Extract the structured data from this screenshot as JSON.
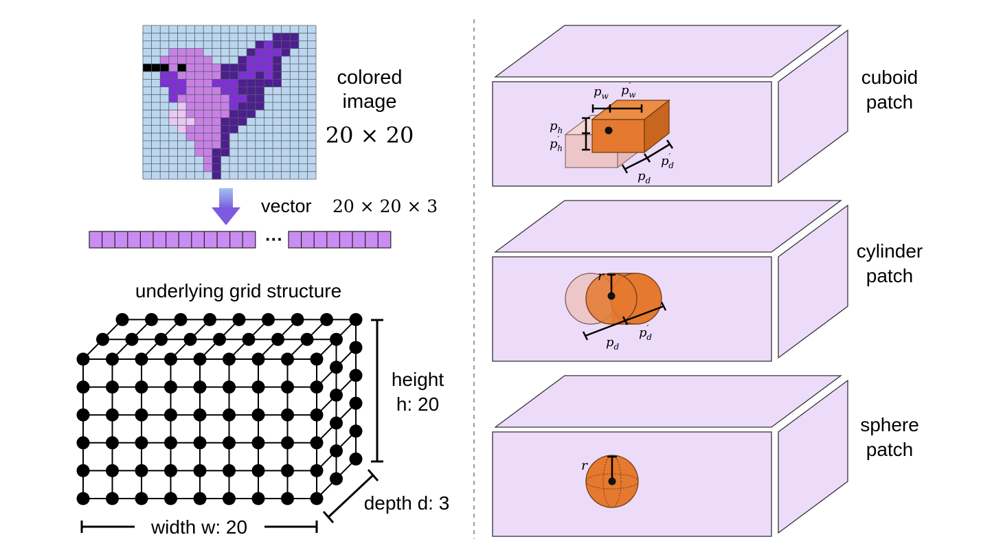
{
  "image": {
    "label_line1": "colored",
    "label_line2": "image",
    "size": "20 × 20"
  },
  "vector": {
    "label": "vector",
    "size": "20 × 20 × 3",
    "ellipsis": "···"
  },
  "grid": {
    "title": "underlying grid structure",
    "height_line1": "height",
    "height_line2": "h: 20",
    "depth": "depth d: 3",
    "width": "width w: 20"
  },
  "patches": {
    "cuboid": {
      "line1": "cuboid",
      "line2": "patch"
    },
    "cylinder": {
      "line1": "cylinder",
      "line2": "patch"
    },
    "sphere": {
      "line1": "sphere",
      "line2": "patch"
    }
  },
  "symbols": {
    "p": "p",
    "w": "w",
    "h": "h",
    "d": "d",
    "prime": "′",
    "r": "r"
  },
  "colors": {
    "pixel_background": "#bcd6ef",
    "grid_line": "#555f6a",
    "hummingbird_dark": "#4d1f8e",
    "hummingbird_mid": "#7f2fd6",
    "hummingbird_light": "#c980e5",
    "hummingbird_pale": "#eac8f2",
    "vector_cell": "#c98cf2",
    "volume_fill": "#ecdcfa",
    "patch_orange": "#e4792f",
    "patch_orange_dark": "#c45f1c",
    "patch_ghost": "#ecc6c8",
    "arrow_top": "#9fc4ef",
    "arrow_bottom": "#7d5ae0"
  }
}
